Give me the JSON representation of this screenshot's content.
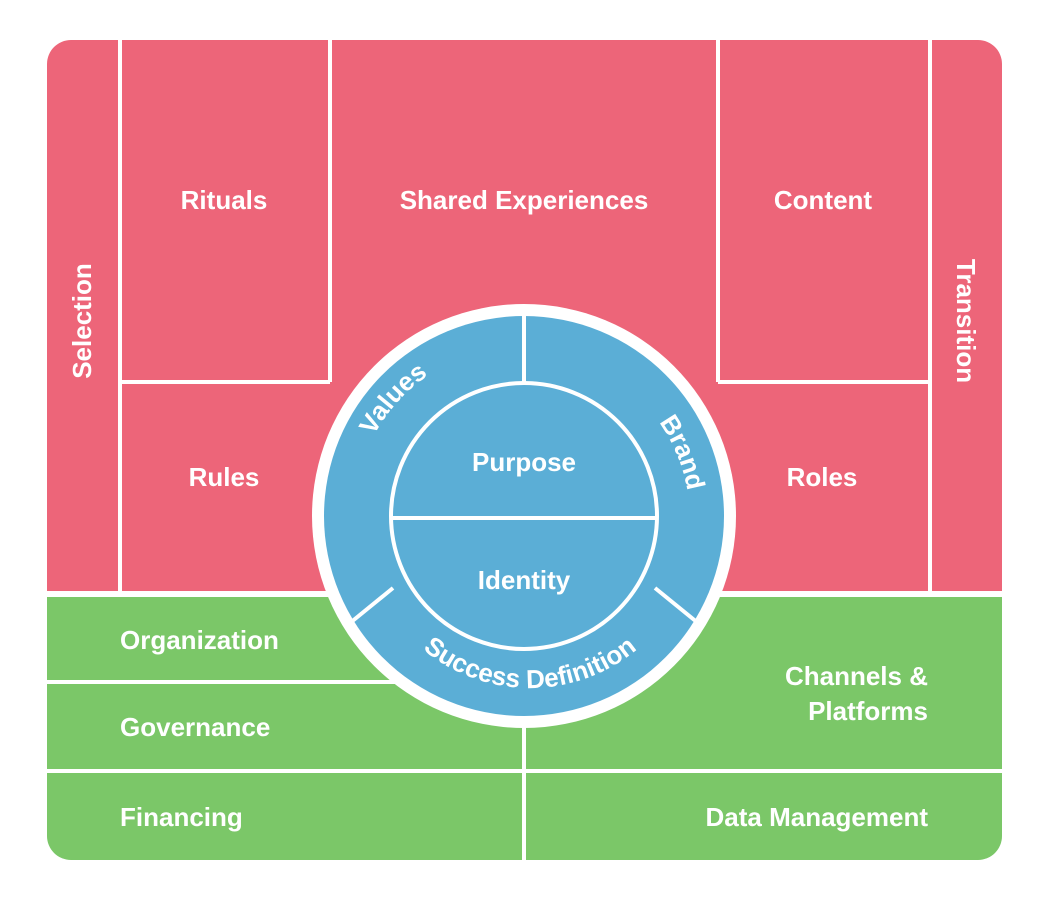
{
  "colors": {
    "red": "#ED6579",
    "green": "#7BC768",
    "blue": "#5BAED6",
    "line": "#ffffff"
  },
  "red_zone": {
    "selection": "Selection",
    "rituals": "Rituals",
    "shared_experiences": "Shared Experiences",
    "content": "Content",
    "transition": "Transition",
    "rules": "Rules",
    "roles": "Roles"
  },
  "green_zone": {
    "organization": "Organization",
    "governance": "Governance",
    "financing": "Financing",
    "channels_line1": "Channels &",
    "channels_line2": "Platforms",
    "data_management": "Data Management"
  },
  "circle": {
    "values": "Values",
    "brand": "Brand",
    "success_definition": "Success Definition",
    "purpose": "Purpose",
    "identity": "Identity"
  }
}
